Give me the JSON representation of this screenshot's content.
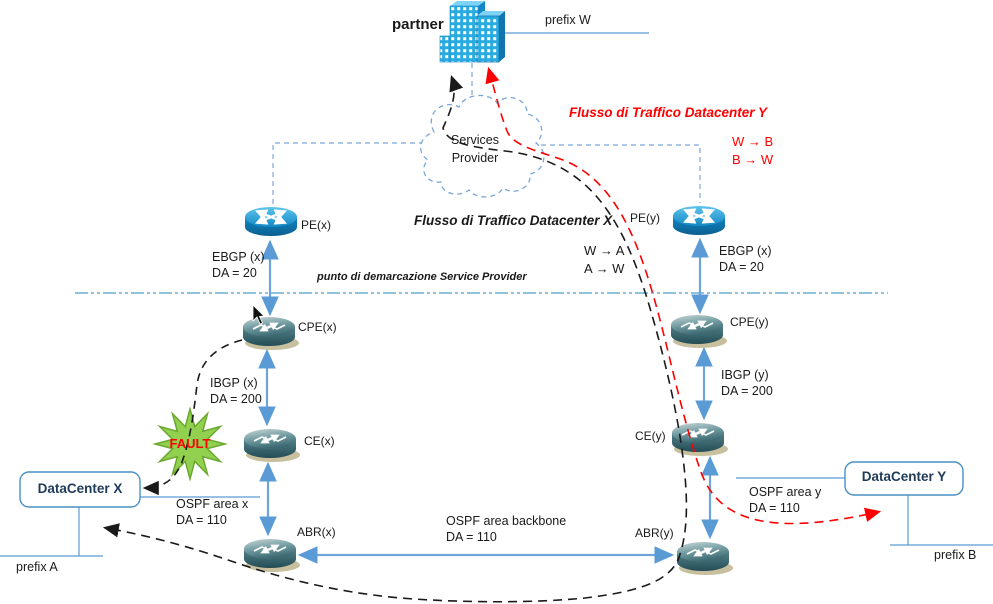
{
  "partner": {
    "label": "partner"
  },
  "prefixes": {
    "w": "prefix W",
    "a": "prefix A",
    "b": "prefix B"
  },
  "cloud": {
    "line1": "Services",
    "line2": "Provider"
  },
  "flows": {
    "datacenter_y": {
      "title": "Flusso di Traffico Datacenter Y",
      "pair1": "W → B",
      "pair2": "B → W"
    },
    "datacenter_x": {
      "title": "Flusso di Traffico Datacenter X",
      "pair1": "W → A",
      "pair2": "A → W"
    }
  },
  "demarcation": {
    "label": "punto di demarcazione Service Provider"
  },
  "routers": {
    "pe_x": "PE(x)",
    "pe_y": "PE(y)",
    "cpe_x": "CPE(x)",
    "cpe_y": "CPE(y)",
    "ce_x": "CE(x)",
    "ce_y": "CE(y)",
    "abr_x": "ABR(x)",
    "abr_y": "ABR(y)"
  },
  "links": {
    "ebgp_x": {
      "name": "EBGP (x)",
      "da": "DA = 20"
    },
    "ebgp_y": {
      "name": "EBGP (x)",
      "da": "DA = 20"
    },
    "ibgp_x": {
      "name": "IBGP (x)",
      "da": "DA = 200"
    },
    "ibgp_y": {
      "name": "IBGP (y)",
      "da": "DA = 200"
    },
    "ospf_x": {
      "name": "OSPF area x",
      "da": "DA = 110"
    },
    "ospf_y": {
      "name": "OSPF area y",
      "da": "DA = 110"
    },
    "ospf_backbone": {
      "name": "OSPF area backbone",
      "da": "DA = 110"
    }
  },
  "fault": {
    "label": "FAULT"
  },
  "datacenters": {
    "x": "DataCenter X",
    "y": "DataCenter Y"
  },
  "colors": {
    "flow_datacenter_x": "#1a1a1a",
    "flow_datacenter_y": "#ff0000",
    "link_arrow_blue": "#6fa3dc",
    "structure_blue": "#5b9bd5",
    "dashed_connector_blue": "#7ba7d7",
    "demarcation_blue": "#4aa0c8",
    "pe_router_blue": "#1f97d4",
    "ce_router_teal": "#4a767e",
    "fault_star_green": "#92d050",
    "fault_text_red": "#ff0000",
    "datacenter_border_blue": "#4a90c4",
    "partner_building_blue": "#29abe2"
  }
}
